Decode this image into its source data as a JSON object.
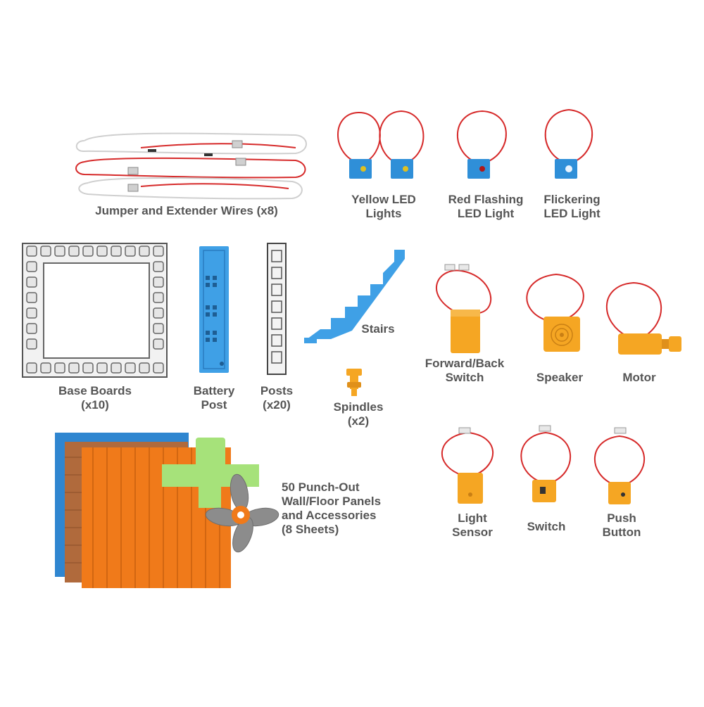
{
  "colors": {
    "label": "#555555",
    "wire_red": "#d62a2a",
    "wire_white": "#d9d9d9",
    "led_box": "#2f8fd8",
    "component_orange": "#f5a623",
    "structure_blue": "#3fa0e6",
    "panel_orange": "#f07a1a",
    "panel_green": "#a6e27a",
    "panel_wood": "#b06a3c",
    "panel_blue": "#2f86d0"
  },
  "items": [
    {
      "id": "jumper-wires",
      "lines": [
        "Jumper and Extender Wires (x8)"
      ]
    },
    {
      "id": "yellow-led",
      "lines": [
        "Yellow LED",
        "Lights"
      ]
    },
    {
      "id": "red-flashing-led",
      "lines": [
        "Red Flashing",
        "LED Light"
      ]
    },
    {
      "id": "flickering-led",
      "lines": [
        "Flickering",
        "LED Light"
      ]
    },
    {
      "id": "base-boards",
      "lines": [
        "Base Boards",
        "(x10)"
      ]
    },
    {
      "id": "battery-post",
      "lines": [
        "Battery",
        "Post"
      ]
    },
    {
      "id": "posts",
      "lines": [
        "Posts",
        "(x20)"
      ]
    },
    {
      "id": "stairs",
      "lines": [
        "Stairs"
      ]
    },
    {
      "id": "spindles",
      "lines": [
        "Spindles",
        "(x2)"
      ]
    },
    {
      "id": "forward-back-switch",
      "lines": [
        "Forward/Back",
        "Switch"
      ]
    },
    {
      "id": "speaker",
      "lines": [
        "Speaker"
      ]
    },
    {
      "id": "motor",
      "lines": [
        "Motor"
      ]
    },
    {
      "id": "punch-out-panels",
      "lines": [
        "50 Punch-Out",
        "Wall/Floor Panels",
        "and Accessories",
        "(8 Sheets)"
      ]
    },
    {
      "id": "light-sensor",
      "lines": [
        "Light",
        "Sensor"
      ]
    },
    {
      "id": "switch",
      "lines": [
        "Switch"
      ]
    },
    {
      "id": "push-button",
      "lines": [
        "Push",
        "Button"
      ]
    }
  ]
}
